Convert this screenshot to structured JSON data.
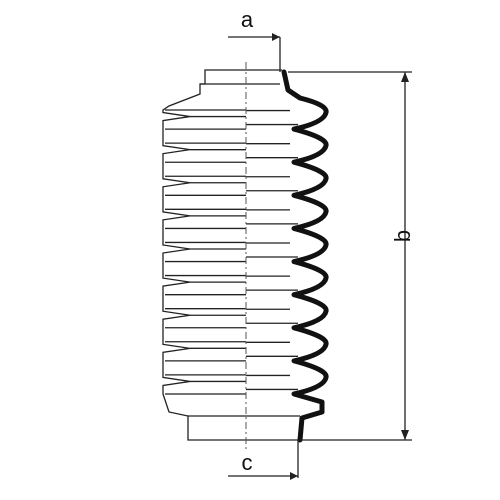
{
  "labels": {
    "a": "a",
    "b": "b",
    "c": "c"
  },
  "colors": {
    "line": "#222222",
    "profile": "#111111",
    "background": "#ffffff"
  },
  "drawing": {
    "bellows_folds": 9
  }
}
